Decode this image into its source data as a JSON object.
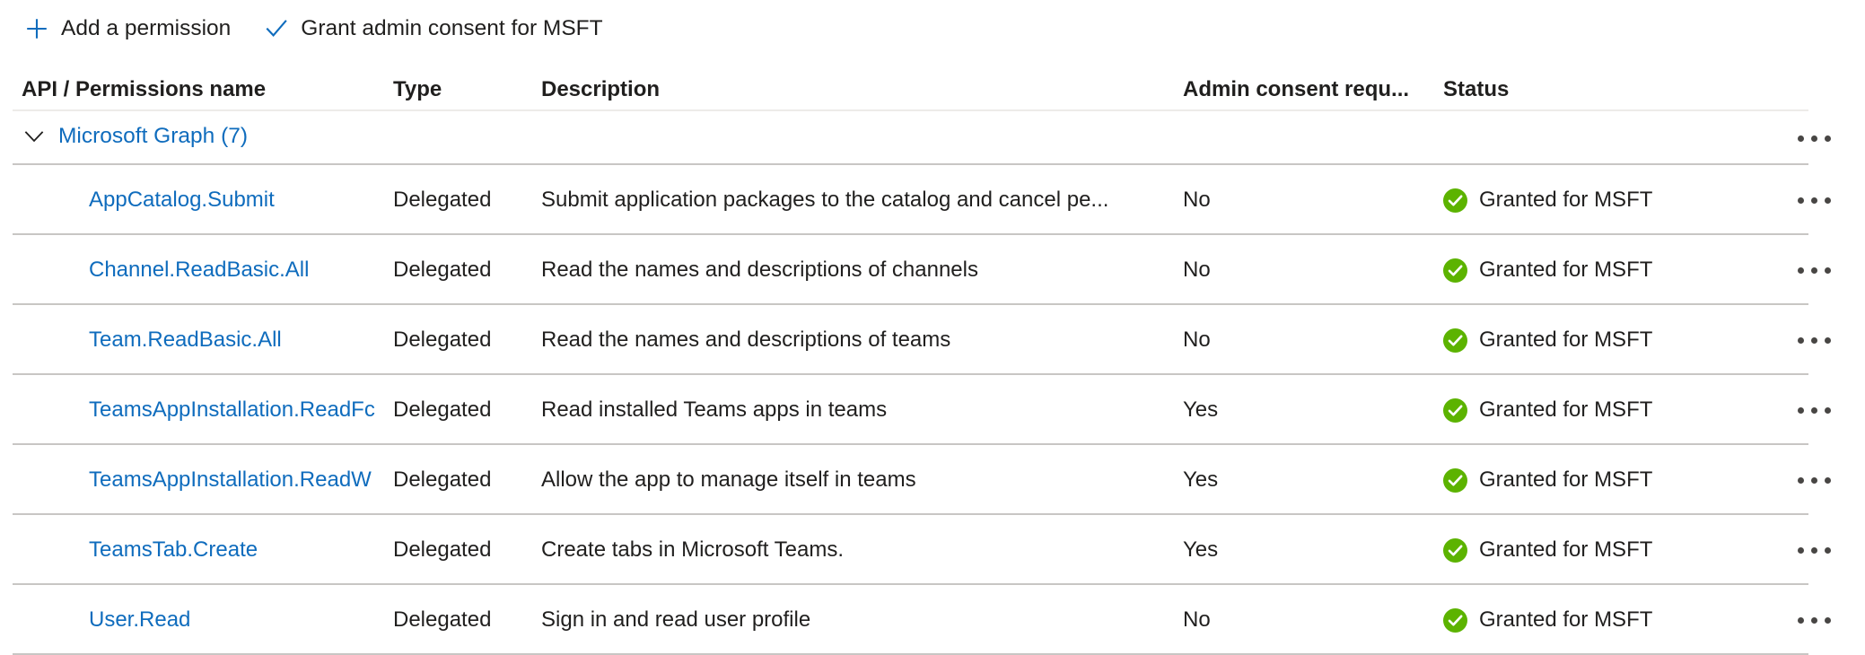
{
  "toolbar": {
    "add_permission_label": "Add a permission",
    "add_permission_icon": "plus-icon",
    "grant_consent_label": "Grant admin consent for MSFT",
    "grant_consent_icon": "checkmark-icon",
    "accent_color": "#0f6cbd"
  },
  "table": {
    "columns": {
      "name": "API / Permissions name",
      "type": "Type",
      "description": "Description",
      "admin_consent": "Admin consent requ...",
      "status": "Status"
    },
    "group": {
      "label": "Microsoft Graph (7)",
      "expanded": true,
      "chevron_icon": "chevron-down-icon",
      "menu_icon": "more-options-icon"
    },
    "status_granted_color": "#5cb300",
    "link_color": "#0f6cbd",
    "rows": [
      {
        "name": "AppCatalog.Submit",
        "type": "Delegated",
        "description": "Submit application packages to the catalog and cancel pe...",
        "admin_consent": "No",
        "status": "Granted for MSFT",
        "status_icon": "granted-check-icon"
      },
      {
        "name": "Channel.ReadBasic.All",
        "type": "Delegated",
        "description": "Read the names and descriptions of channels",
        "admin_consent": "No",
        "status": "Granted for MSFT",
        "status_icon": "granted-check-icon"
      },
      {
        "name": "Team.ReadBasic.All",
        "type": "Delegated",
        "description": "Read the names and descriptions of teams",
        "admin_consent": "No",
        "status": "Granted for MSFT",
        "status_icon": "granted-check-icon"
      },
      {
        "name": "TeamsAppInstallation.ReadFc",
        "type": "Delegated",
        "description": "Read installed Teams apps in teams",
        "admin_consent": "Yes",
        "status": "Granted for MSFT",
        "status_icon": "granted-check-icon"
      },
      {
        "name": "TeamsAppInstallation.ReadW",
        "type": "Delegated",
        "description": "Allow the app to manage itself in teams",
        "admin_consent": "Yes",
        "status": "Granted for MSFT",
        "status_icon": "granted-check-icon"
      },
      {
        "name": "TeamsTab.Create",
        "type": "Delegated",
        "description": "Create tabs in Microsoft Teams.",
        "admin_consent": "Yes",
        "status": "Granted for MSFT",
        "status_icon": "granted-check-icon"
      },
      {
        "name": "User.Read",
        "type": "Delegated",
        "description": "Sign in and read user profile",
        "admin_consent": "No",
        "status": "Granted for MSFT",
        "status_icon": "granted-check-icon"
      }
    ]
  }
}
